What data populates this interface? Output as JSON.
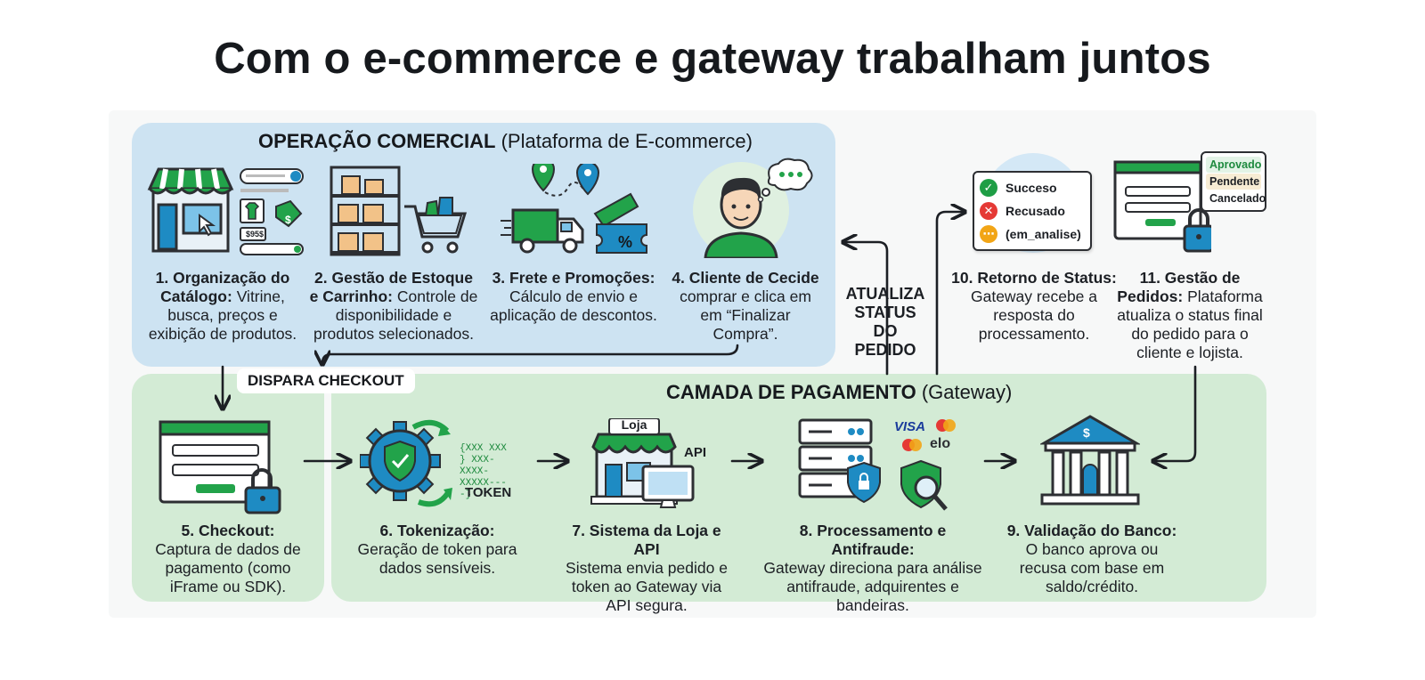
{
  "title": "Com o e-commerce e gateway trabalham juntos",
  "sections": {
    "commercial": {
      "title_bold": "OPERAÇÃO COMERCIAL",
      "title_rest": "(Plataforma de E-commerce)"
    },
    "payment": {
      "title_bold": "CAMADA DE PAGAMENTO",
      "title_rest": "(Gateway)"
    }
  },
  "steps": [
    {
      "bold": "1. Organização do Catálogo:",
      "text": "Vitrine, busca, preços e exibição de produtos."
    },
    {
      "bold": "2. Gestão de Estoque e Carrinho:",
      "text": "Controle de disponibilidade e produtos selecionados."
    },
    {
      "bold": "3. Frete e Promoções:",
      "text": "Cálculo de envio e aplicação de descontos."
    },
    {
      "bold": "4. Cliente de Cecide",
      "text": "comprar e clica em em “Finalizar Compra”."
    },
    {
      "bold": "5. Checkout:",
      "text": "Captura de dados de pagamento (como iFrame ou SDK)."
    },
    {
      "bold": "6. Tokenização:",
      "text": "Geração de token para dados sensíveis."
    },
    {
      "bold": "7. Sistema da Loja e API",
      "text": "Sistema envia pedido e token ao Gateway via API segura."
    },
    {
      "bold": "8. Processamento e Antifraude:",
      "text": "Gateway direciona para análise antifraude, adquirentes e bandeiras."
    },
    {
      "bold": "9. Validação do Banco:",
      "text": "O banco aprova ou recusa com base em saldo/crédito."
    },
    {
      "bold": "10. Retorno de Status:",
      "text": "Gateway recebe a resposta do processamento."
    },
    {
      "bold": "11. Gestão de Pedidos:",
      "text": "Plataforma atualiza o status final do pedido para o cliente e lojista."
    }
  ],
  "labels": {
    "dispara_checkout": "DISPARA CHECKOUT",
    "atualiza_status": "ATUALIZA STATUS DO PEDIDO"
  },
  "icon_text": {
    "price_tag": "$",
    "price": "$95$",
    "percent": "%",
    "token_code": "{XXX XXX } XXX-XXXX- XXXXX----}",
    "token_label": "TOKEN",
    "loja": "Loja",
    "api": "API",
    "visa": "VISA",
    "elo": "elo",
    "bank_symbol": "$"
  },
  "status_card": [
    {
      "label": "Succeso",
      "color": "#1e9e45"
    },
    {
      "label": "Recusado",
      "color": "#e53935"
    },
    {
      "label": "(em_analise)",
      "color": "#f2a516"
    }
  ],
  "order_tags": [
    {
      "label": "Aprovado",
      "color": "#1e8a3e"
    },
    {
      "label": "Pendente",
      "color": "#16191d"
    },
    {
      "label": "Cancelado",
      "color": "#16191d"
    }
  ],
  "colors": {
    "green": "#22a34a",
    "blue": "#1e8bc3",
    "panel_blue": "#cde3f2",
    "panel_green": "#d3ebd5",
    "dark": "#2d2f33"
  }
}
